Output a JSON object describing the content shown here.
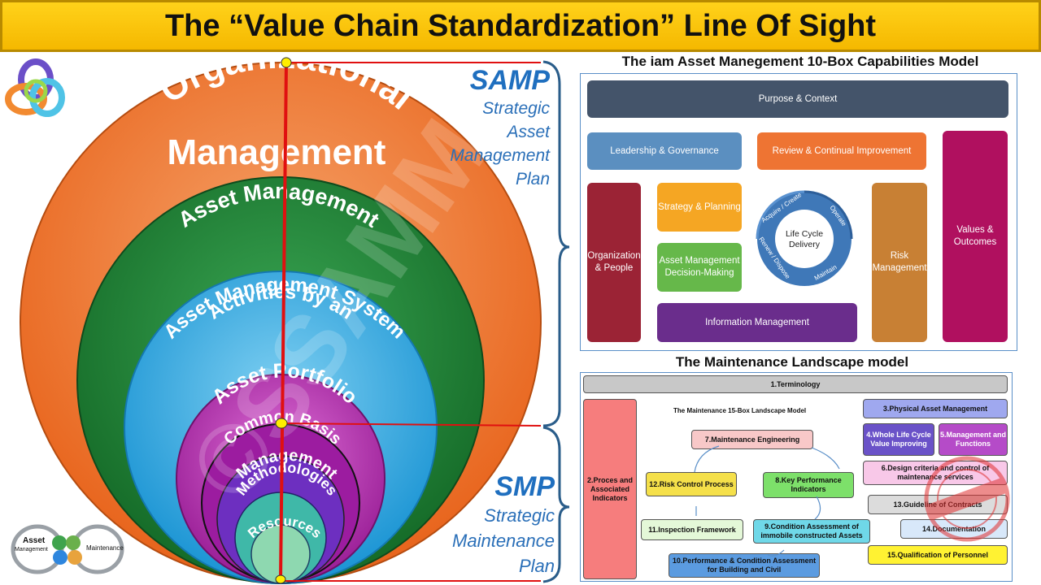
{
  "title": "The “Value Chain Standardization” Line Of Sight",
  "circles": {
    "organizational": "Organizational Management",
    "asset_management": "Asset Management",
    "activities_line1": "Activities by an",
    "activities_line2": "Asset Management System",
    "portfolio": "Asset Portfolio",
    "common_basis": "Common Basis",
    "management": "Management",
    "methodologies": "Methodologies",
    "resources": "Resources"
  },
  "watermark": "©SSAMM",
  "samp": {
    "abbr": "SAMP",
    "lines": [
      "Strategic",
      "Asset",
      "Management",
      "Plan"
    ]
  },
  "smp": {
    "abbr": "SMP",
    "lines": [
      "Strategic",
      "Maintenance",
      "Plan"
    ]
  },
  "model10": {
    "title": "The iam Asset Manegement 10-Box Capabilities Model",
    "purpose": "Purpose & Context",
    "leadership": "Leadership & Governance",
    "review": "Review & Continual Improvement",
    "values": "Values & Outcomes",
    "organization": "Organization & People",
    "strategy": "Strategy & Planning",
    "decision": "Asset Management Decision-Making",
    "lifecycle": "Life Cycle Delivery",
    "acquire": "Acquire / Create",
    "operate": "Operate",
    "maintain": "Maintain",
    "renew": "Renew / Dispose",
    "risk": "Risk Management",
    "information": "Information Management"
  },
  "model15": {
    "title": "The Maintenance Landscape model",
    "inner_title": "The Maintenance 15-Box Landscape Model",
    "b1": "1.Terminology",
    "b2": "2.Proces and Associated Indicators",
    "b3": "3.Physical Asset Management",
    "b4": "4.Whole Life Cycle Value Improving",
    "b5": "5.Management and Functions",
    "b6": "6.Design criteria and control of maintenance services",
    "b7": "7.Maintenance Engineering",
    "b8": "8.Key Performance Indicators",
    "b9": "9.Condition Assessment of immobile constructed Assets",
    "b10": "10.Performance & Condition Assessment for Building and Civil",
    "b11": "11.Inspection Framework",
    "b12": "12.Risk Control Process",
    "b13": "13.Guideline of Contracts",
    "b14": "14.Documentation",
    "b15": "15.Qualification of Personnel"
  },
  "logo": {
    "asset": "Asset",
    "management": "Management",
    "maintenance": "Maintenance"
  },
  "colors": {
    "orange": "#ee7d31",
    "green": "#1e7d34",
    "blue": "#2aa8e0",
    "purple": "#b32aa8",
    "title_bg": "#ffcc00"
  }
}
